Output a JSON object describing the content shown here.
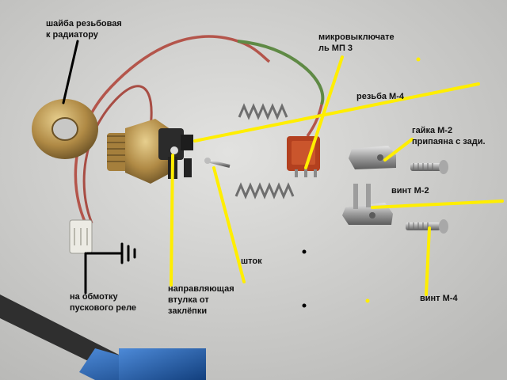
{
  "labels": {
    "washer": "шайба резьбовая\nк радиатору",
    "microswitch": "микровыключате\nль МП 3",
    "thread": "резьба М-4",
    "nut": "гайка М-2\nприпаяна с зади.",
    "screw_m2": "винт М-2",
    "rod": "шток",
    "coil": "на обмотку\nпускового реле",
    "bushing": "направляющая\nвтулка от\nзаклёпки",
    "screw_m4": "винт М-4"
  },
  "colors": {
    "background": "#d4d4d2",
    "pointer_yellow": "#ffee00",
    "pointer_black": "#000000",
    "wire_red": "#b4554b",
    "wire_green": "#5f8a45",
    "brass": "#b89a5a",
    "screwdriver_blue": "#1e5aa8"
  },
  "icons": {
    "ground_symbol": "ground-icon"
  }
}
